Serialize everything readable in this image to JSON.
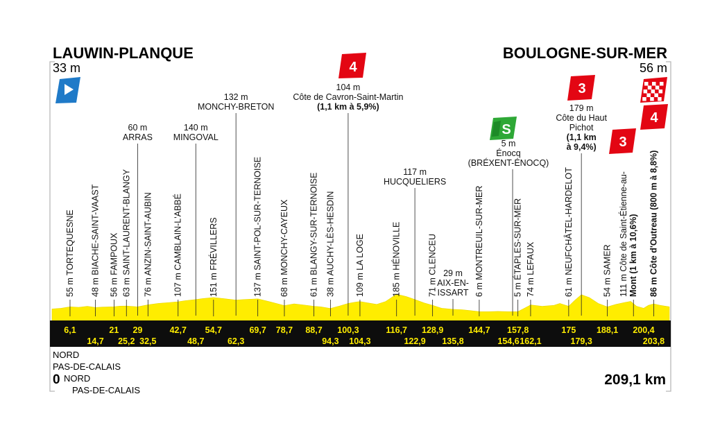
{
  "chart_data": {
    "type": "area",
    "title": "",
    "start": {
      "name": "LAUWIN-PLANQUE",
      "altitude": "33 m"
    },
    "finish": {
      "name": "BOULOGNE-SUR-MER",
      "altitude": "56 m"
    },
    "total_distance": "209,1 km",
    "zero_label": "0",
    "regions": [
      "NORD",
      "PAS-DE-CALAIS",
      "NORD",
      "PAS-DE-CALAIS"
    ],
    "xlim": [
      0,
      209.1
    ],
    "profile": [
      [
        0,
        33
      ],
      [
        3,
        40
      ],
      [
        6.1,
        55
      ],
      [
        9,
        50
      ],
      [
        12,
        60
      ],
      [
        14.7,
        48
      ],
      [
        17,
        52
      ],
      [
        21,
        56
      ],
      [
        23,
        62
      ],
      [
        25.2,
        63
      ],
      [
        29,
        55
      ],
      [
        32.5,
        76
      ],
      [
        36,
        90
      ],
      [
        40,
        100
      ],
      [
        42.7,
        107
      ],
      [
        45,
        118
      ],
      [
        48.7,
        130
      ],
      [
        51,
        140
      ],
      [
        54.7,
        151
      ],
      [
        58,
        140
      ],
      [
        62.3,
        125
      ],
      [
        65,
        130
      ],
      [
        69.7,
        137
      ],
      [
        74,
        105
      ],
      [
        78.7,
        68
      ],
      [
        82,
        85
      ],
      [
        85,
        75
      ],
      [
        88.7,
        61
      ],
      [
        91,
        55
      ],
      [
        94.3,
        38
      ],
      [
        97,
        60
      ],
      [
        100.3,
        90
      ],
      [
        103,
        104
      ],
      [
        104.3,
        109
      ],
      [
        107,
        95
      ],
      [
        110,
        80
      ],
      [
        113,
        110
      ],
      [
        116.7,
        185
      ],
      [
        120,
        160
      ],
      [
        122.9,
        130
      ],
      [
        126,
        95
      ],
      [
        128.9,
        71
      ],
      [
        132,
        40
      ],
      [
        135.8,
        29
      ],
      [
        139,
        25
      ],
      [
        142,
        15
      ],
      [
        144.7,
        6
      ],
      [
        148,
        5
      ],
      [
        151,
        8
      ],
      [
        154.6,
        5
      ],
      [
        157.8,
        5
      ],
      [
        160,
        40
      ],
      [
        162.1,
        74
      ],
      [
        166,
        60
      ],
      [
        170,
        70
      ],
      [
        172,
        90
      ],
      [
        175,
        61
      ],
      [
        177,
        120
      ],
      [
        179.3,
        179
      ],
      [
        182,
        150
      ],
      [
        185,
        90
      ],
      [
        188.1,
        54
      ],
      [
        191,
        80
      ],
      [
        194,
        100
      ],
      [
        196,
        111
      ],
      [
        198,
        60
      ],
      [
        200.4,
        40
      ],
      [
        202,
        70
      ],
      [
        203.8,
        86
      ],
      [
        206,
        70
      ],
      [
        209.1,
        56
      ]
    ],
    "km_markers_upper": [
      "6,1",
      "21",
      "29",
      "42,7",
      "54,7",
      "69,7",
      "78,7",
      "88,7",
      "100,3",
      "116,7",
      "128,9",
      "144,7",
      "157,8",
      "175",
      "188,1",
      "200,4"
    ],
    "km_markers_lower": [
      "14,7",
      "25,2",
      "32,5",
      "48,7",
      "62,3",
      "94,3",
      "104,3",
      "122,9",
      "135,8",
      "154,6",
      "162,1",
      "179,3",
      "203,8"
    ],
    "upper_km_values": [
      6.1,
      21,
      29,
      42.7,
      54.7,
      69.7,
      78.7,
      88.7,
      100.3,
      116.7,
      128.9,
      144.7,
      157.8,
      175,
      188.1,
      200.4
    ],
    "lower_km_values": [
      14.7,
      25.2,
      32.5,
      48.7,
      62.3,
      94.3,
      104.3,
      122.9,
      135.8,
      154.6,
      162.1,
      179.3,
      203.8
    ],
    "places": [
      {
        "label": "55 m TORTEQUESNE",
        "km": 6.1
      },
      {
        "label": "48 m BIACHE-SAINT-VAAST",
        "km": 14.7
      },
      {
        "label": "56 m FAMPOUX",
        "km": 21
      },
      {
        "label": "63 m SAINT-LAURENT-BLANGY",
        "km": 25.2
      },
      {
        "label": "76 m ANZIN-SAINT-AUBIN",
        "km": 32.5
      },
      {
        "label": "107 m CAMBLAIN-L'ABBÉ",
        "km": 42.7
      },
      {
        "label": "151 m FRÉVILLERS",
        "km": 54.7
      },
      {
        "label": "137 m SAINT-POL-SUR-TERNOISE",
        "km": 69.7
      },
      {
        "label": "68 m MONCHY-CAYEUX",
        "km": 78.7
      },
      {
        "label": "61 m BLANGY-SUR-TERNOISE",
        "km": 88.7
      },
      {
        "label": "38 m AUCHY-LÈS-HESDIN",
        "km": 94.3
      },
      {
        "label": "109 m LA LOGE",
        "km": 104.3
      },
      {
        "label": "185 m HÉNOVILLE",
        "km": 116.7
      },
      {
        "label": "71 m CLENCEU",
        "km": 128.9
      },
      {
        "label": "6 m MONTREUIL-SUR-MER",
        "km": 144.7
      },
      {
        "label": "5 m ÉTAPLES-SUR-MER",
        "km": 157.8
      },
      {
        "label": "74 m LEFAUX",
        "km": 162.1
      },
      {
        "label": "61 m NEUFCHÂTEL-HARDELOT",
        "km": 175
      },
      {
        "label": "54 m SAMER",
        "km": 188.1
      }
    ],
    "climb_rotated_1": {
      "line1": "111 m Côte de Saint-Étienne-au-",
      "line2": "Mont (1 km à 10,6%)",
      "km": 196
    },
    "climb_rotated_2": {
      "line1": "86 m Côte d'Outreau (800 m à 8,8%)",
      "km": 203.8
    },
    "horizontal_labels": [
      {
        "lines": [
          "60 m",
          "ARRAS"
        ],
        "km": 29
      },
      {
        "lines": [
          "140 m",
          "MINGOVAL"
        ],
        "km": 48.7
      },
      {
        "lines": [
          "132 m",
          "MONCHY-BRETON"
        ],
        "km": 62.3
      },
      {
        "lines": [
          "104 m",
          "Côte de Cavron-Saint-Martin",
          "(1,1 km à 5,9%)"
        ],
        "km": 100.3
      },
      {
        "lines": [
          "117 m",
          "HUCQUELIERS"
        ],
        "km": 122.9
      },
      {
        "lines": [
          "29 m",
          "AIX-EN-",
          "ISSART"
        ],
        "km": 135.8
      },
      {
        "lines": [
          "5 m",
          "Énocq",
          "(BRÉXENT-ÉNOCQ)"
        ],
        "km": 154.6
      },
      {
        "lines": [
          "179 m",
          "Côte du Haut",
          "Pichot",
          "(1,1 km",
          "à 9,4%)"
        ],
        "km": 179.3
      }
    ],
    "badges": [
      {
        "text": "4",
        "type": "climb-cat",
        "color": "#e30613"
      },
      {
        "text": "3",
        "type": "climb-cat",
        "color": "#e30613"
      },
      {
        "text": "3",
        "type": "climb-cat",
        "color": "#e30613"
      },
      {
        "text": "4",
        "type": "climb-cat",
        "color": "#e30613"
      },
      {
        "text": "S",
        "type": "sprint",
        "color": "#2ea836"
      }
    ],
    "colors": {
      "profile": "#ffed00",
      "bar": "#0d0d0d",
      "km_text": "#ffed00",
      "start_flag": "#1f7ac8",
      "climb": "#e30613",
      "sprint": "#2ea836"
    }
  }
}
